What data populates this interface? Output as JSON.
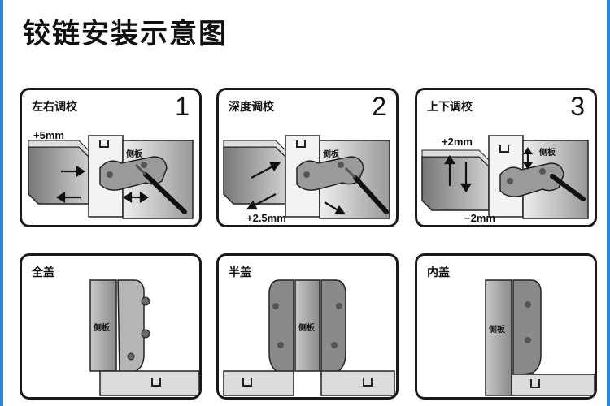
{
  "title": "铰链安装示意图",
  "panels_top": [
    {
      "label": "左右调校",
      "number": "1",
      "adjust": "+5mm"
    },
    {
      "label": "深度调校",
      "number": "2",
      "adjust": "+2.5mm"
    },
    {
      "label": "上下调校",
      "number": "3",
      "adjust_top": "+2mm",
      "adjust_bottom": "−2mm"
    }
  ],
  "panels_bottom": [
    {
      "label": "全盖"
    },
    {
      "label": "半盖"
    },
    {
      "label": "内盖"
    }
  ],
  "side_panel_label": "侧板",
  "colors": {
    "frame_border": "#2b86d8",
    "panel_border": "#1a1a1a"
  }
}
